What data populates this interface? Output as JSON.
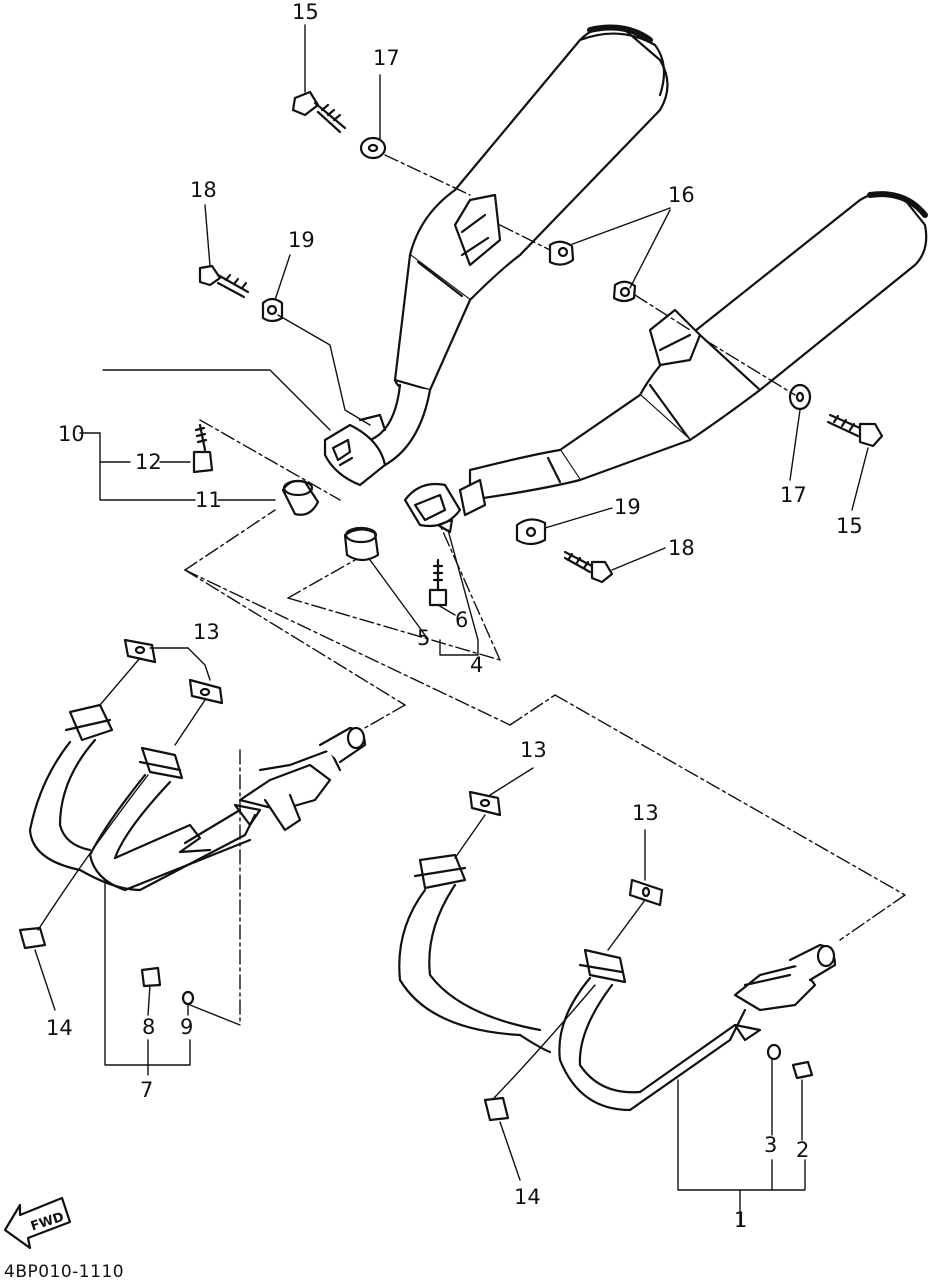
{
  "diagram": {
    "code": "4BP010-1110",
    "fwd_label": "FWD",
    "labels": {
      "l15a": "15",
      "l17a": "17",
      "l18a": "18",
      "l19a": "19",
      "l16": "16",
      "l10": "10",
      "l12": "12",
      "l11": "11",
      "l5": "5",
      "l6": "6",
      "l4": "4",
      "l19b": "19",
      "l18b": "18",
      "l17b": "17",
      "l15b": "15",
      "l13a": "13",
      "l13b": "13",
      "l13c": "13",
      "l14a": "14",
      "l14b": "14",
      "l8": "8",
      "l9": "9",
      "l7": "7",
      "l3": "3",
      "l2": "2",
      "l1": "1"
    },
    "colors": {
      "ink": "#111111",
      "paper": "#ffffff"
    }
  }
}
